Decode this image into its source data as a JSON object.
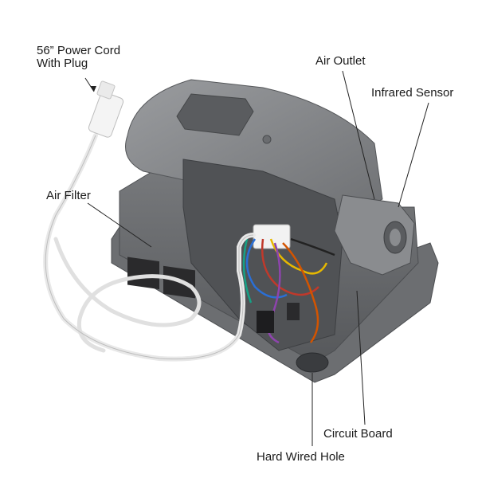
{
  "labels": {
    "power_cord_line1": "56” Power Cord",
    "power_cord_line2": "With Plug",
    "air_outlet": "Air Outlet",
    "infrared_sensor": "Infrared Sensor",
    "air_filter": "Air Filter",
    "circuit_board": "Circuit Board",
    "hard_wired_hole": "Hard Wired Hole"
  },
  "colors": {
    "housing": "#7a7c7f",
    "housing_dark": "#5d5f62",
    "housing_light": "#9a9c9f",
    "cord": "#eeeeee",
    "background": "#ffffff"
  }
}
